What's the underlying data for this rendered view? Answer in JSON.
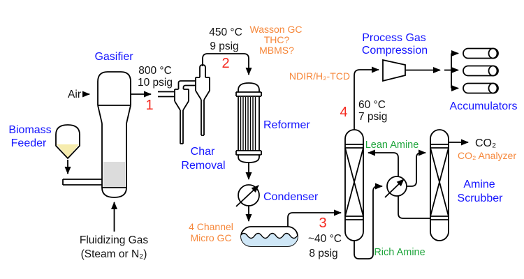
{
  "colors": {
    "equipment_label": "#1414ff",
    "analyzer_label": "#f6873a",
    "amine_label": "#1fa53c",
    "sample_number": "#f5281e",
    "line": "#000000",
    "water_fill": "#cfe7f7",
    "biomass_fill": "#f6ecae",
    "bed_fill": "#dcdcdc"
  },
  "equipment": {
    "gasifier": "Gasifier",
    "biomass_feeder_line1": "Biomass",
    "biomass_feeder_line2": "Feeder",
    "char_removal_line1": "Char",
    "char_removal_line2": "Removal",
    "reformer": "Reformer",
    "condenser": "Condenser",
    "compression_line1": "Process Gas",
    "compression_line2": "Compression",
    "accumulators": "Accumulators",
    "amine_scrubber_line1": "Amine",
    "amine_scrubber_line2": "Scrubber"
  },
  "streams": {
    "air": "Air",
    "fluidizing_line1": "Fluidizing Gas",
    "fluidizing_line2": "(Steam or N₂)",
    "lean_amine": "Lean Amine",
    "rich_amine": "Rich Amine",
    "co2": "CO₂"
  },
  "analyzers": {
    "wasson_line1": "Wasson GC",
    "wasson_line2": "THC?",
    "wasson_line3": "MBMS?",
    "ndir": "NDIR/H₂-TCD",
    "micro_gc_line1": "4 Channel",
    "micro_gc_line2": "Micro GC",
    "co2_analyzer": "CO₂ Analyzer"
  },
  "sample_points": [
    {
      "number": "1",
      "temperature": "800 °C",
      "pressure": "10 psig"
    },
    {
      "number": "2",
      "temperature": "450 °C",
      "pressure": "9 psig"
    },
    {
      "number": "3",
      "temperature": "~40 °C",
      "pressure": "8 psig"
    },
    {
      "number": "4",
      "temperature": "60 °C",
      "pressure": "7 psig"
    }
  ]
}
